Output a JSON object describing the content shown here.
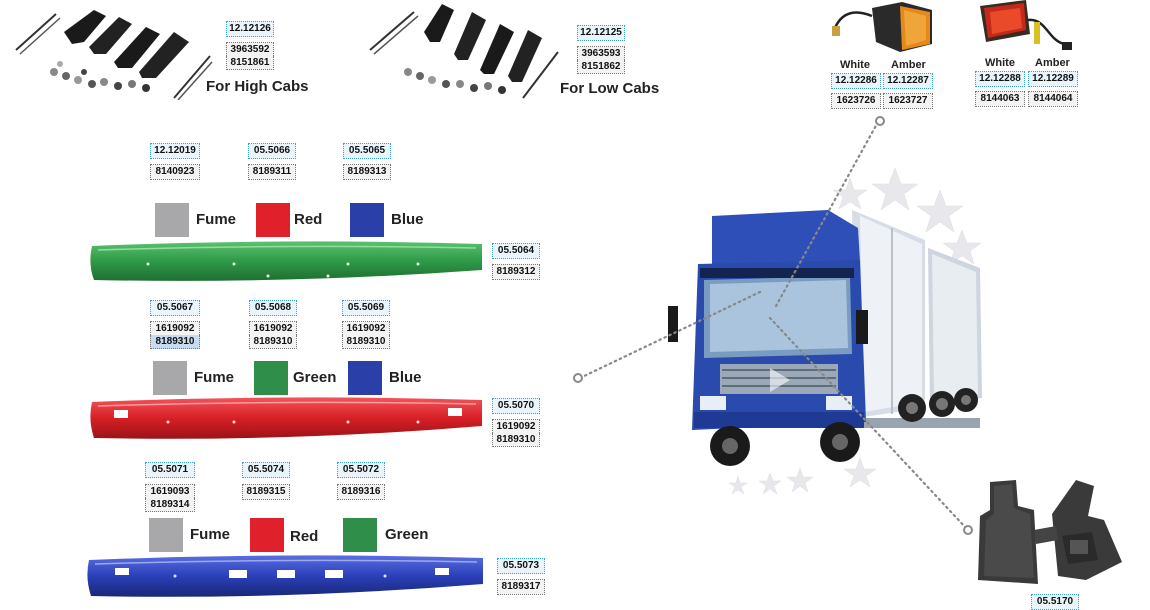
{
  "brackets": {
    "high": {
      "label": "For High Cabs",
      "codes": [
        "12.12126",
        "3963592",
        "8151861"
      ]
    },
    "low": {
      "label": "For Low Cabs",
      "codes": [
        "12.12125",
        "3963593",
        "8151862"
      ]
    }
  },
  "lamps": {
    "left": {
      "white_label": "White",
      "amber_label": "Amber",
      "white_codes": [
        "12.12286",
        "1623726"
      ],
      "amber_codes": [
        "12.12287",
        "1623727"
      ]
    },
    "right": {
      "white_label": "White",
      "amber_label": "Amber",
      "white_codes": [
        "12.12288",
        "8144063"
      ],
      "amber_codes": [
        "12.12289",
        "8144064"
      ]
    }
  },
  "visor1": {
    "top_codes": [
      [
        "12.12019",
        "8140923"
      ],
      [
        "05.5066",
        "8189311"
      ],
      [
        "05.5065",
        "8189313"
      ]
    ],
    "swatches": [
      {
        "label": "Fume",
        "color": "#a8a8aa"
      },
      {
        "label": "Red",
        "color": "#e0202a"
      },
      {
        "label": "Blue",
        "color": "#2b3fa8"
      }
    ],
    "side_codes": [
      "05.5064",
      "8189312"
    ],
    "color": "#2e9a48"
  },
  "visor2": {
    "top_codes": [
      [
        "05.5067",
        "1619092",
        "8189310"
      ],
      [
        "05.5068",
        "1619092",
        "8189310"
      ],
      [
        "05.5069",
        "1619092",
        "8189310"
      ]
    ],
    "swatches": [
      {
        "label": "Fume",
        "color": "#a8a8aa"
      },
      {
        "label": "Green",
        "color": "#2f8e4a"
      },
      {
        "label": "Blue",
        "color": "#2b3fa8"
      }
    ],
    "side_codes": [
      "05.5070",
      "1619092",
      "8189310"
    ],
    "color": "#d81f26"
  },
  "visor3": {
    "top_codes": [
      [
        "05.5071",
        "1619093",
        "8189314"
      ],
      [
        "05.5074",
        "8189315"
      ],
      [
        "05.5072",
        "8189316"
      ]
    ],
    "swatches": [
      {
        "label": "Fume",
        "color": "#a8a8aa"
      },
      {
        "label": "Red",
        "color": "#e0202a"
      },
      {
        "label": "Green",
        "color": "#2f8e4a"
      }
    ],
    "side_codes": [
      "05.5073",
      "8189317"
    ],
    "color": "#2a3fb8"
  },
  "mat": {
    "code": "05.5170"
  }
}
